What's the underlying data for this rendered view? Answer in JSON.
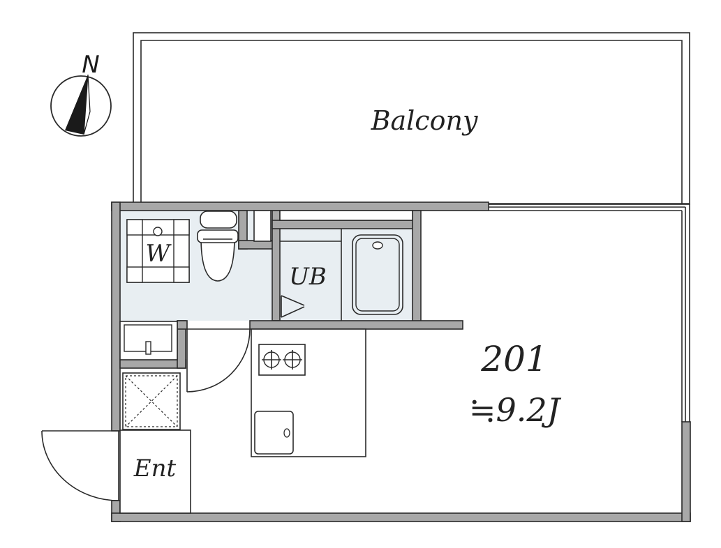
{
  "compass": {
    "north_label": "N",
    "icon": "north-arrow-icon"
  },
  "rooms": {
    "balcony": "Balcony",
    "washer": "W",
    "unit_bath": "UB",
    "entrance": "Ent"
  },
  "unit": {
    "number": "201",
    "area": "≒9.2J"
  },
  "colors": {
    "wall_fill": "#a8a8a8",
    "line": "#2a2a2a",
    "wet_area": "#e8eef2",
    "background": "#ffffff"
  }
}
